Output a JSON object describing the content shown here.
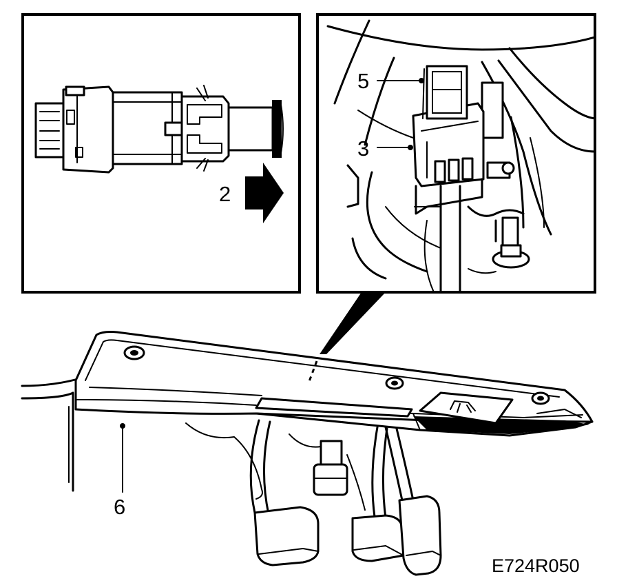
{
  "callouts": {
    "arrow_step": "2",
    "connector": "3",
    "switch": "5",
    "trim_panel": "6"
  },
  "figure_code": "E724R050",
  "icons": {
    "push_arrow": "right-arrow-icon"
  }
}
